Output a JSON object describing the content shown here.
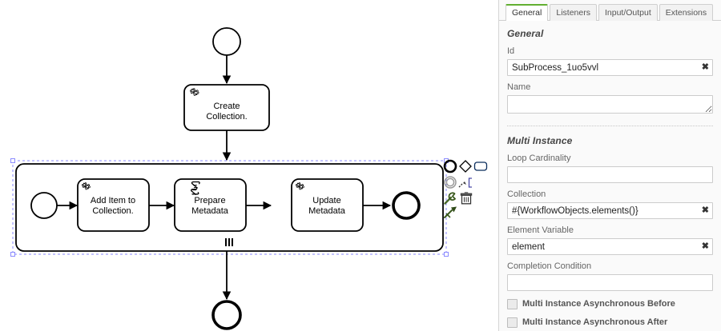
{
  "diagram": {
    "title": "BPMN multi-instance subprocess diagram",
    "elements": {
      "start_event": {
        "name": "start-event",
        "label": ""
      },
      "create_collection_task": {
        "label_line1": "Create",
        "label_line2": "Collection.",
        "type": "service-task"
      },
      "subprocess": {
        "marker": "multi-instance-parallel",
        "selected": true
      },
      "sub_start_event": {
        "name": "subprocess-start-event",
        "label": ""
      },
      "add_item_task": {
        "label_line1": "Add Item to",
        "label_line2": "Collection.",
        "type": "service-task"
      },
      "prepare_metadata_task": {
        "label_line1": "Prepare",
        "label_line2": "Metadata",
        "type": "script-task"
      },
      "update_metadata_task": {
        "label_line1": "Update",
        "label_line2": "Metadata",
        "type": "service-task"
      },
      "sub_end_event": {
        "name": "subprocess-end-event",
        "label": ""
      },
      "end_event": {
        "name": "end-event",
        "label": ""
      }
    }
  },
  "context_pad": {
    "entries": [
      {
        "name": "append-end-event-icon",
        "title": "Append EndEvent"
      },
      {
        "name": "append-gateway-icon",
        "title": "Append Gateway"
      },
      {
        "name": "append-task-icon",
        "title": "Append Task"
      },
      {
        "name": "append-intermediate-event-icon",
        "title": "Append Intermediate/Boundary Event"
      },
      {
        "name": "append-text-annotation-icon",
        "title": "Append TextAnnotation"
      },
      {
        "name": "change-type-wrench-icon",
        "title": "Change type"
      },
      {
        "name": "delete-trash-icon",
        "title": "Remove"
      },
      {
        "name": "connect-arrow-icon",
        "title": "Connect"
      }
    ]
  },
  "properties": {
    "tabs": [
      {
        "label": "General",
        "active": true
      },
      {
        "label": "Listeners",
        "active": false
      },
      {
        "label": "Input/Output",
        "active": false
      },
      {
        "label": "Extensions",
        "active": false
      }
    ],
    "groups": [
      {
        "title": "General",
        "fields": [
          {
            "label": "Id",
            "value": "SubProcess_1uo5vvl",
            "clearable": true,
            "type": "input"
          },
          {
            "label": "Name",
            "value": "",
            "clearable": false,
            "type": "textarea"
          }
        ]
      },
      {
        "title": "Multi Instance",
        "fields": [
          {
            "label": "Loop Cardinality",
            "value": "",
            "clearable": false,
            "type": "input"
          },
          {
            "label": "Collection",
            "value": "#{WorkflowObjects.elements()}",
            "clearable": true,
            "type": "input"
          },
          {
            "label": "Element Variable",
            "value": "element",
            "clearable": true,
            "type": "input"
          },
          {
            "label": "Completion Condition",
            "value": "",
            "clearable": false,
            "type": "input"
          }
        ],
        "checkboxes": [
          {
            "label": "Multi Instance Asynchronous Before",
            "checked": false
          },
          {
            "label": "Multi Instance Asynchronous After",
            "checked": false
          }
        ]
      }
    ],
    "clear_glyph": "✕"
  },
  "colors": {
    "accent_green": "#62af31",
    "stroke": "#000000",
    "selection_blue": "#8a8aff",
    "panel_bg": "#fafafa",
    "input_border": "#cccccc"
  }
}
